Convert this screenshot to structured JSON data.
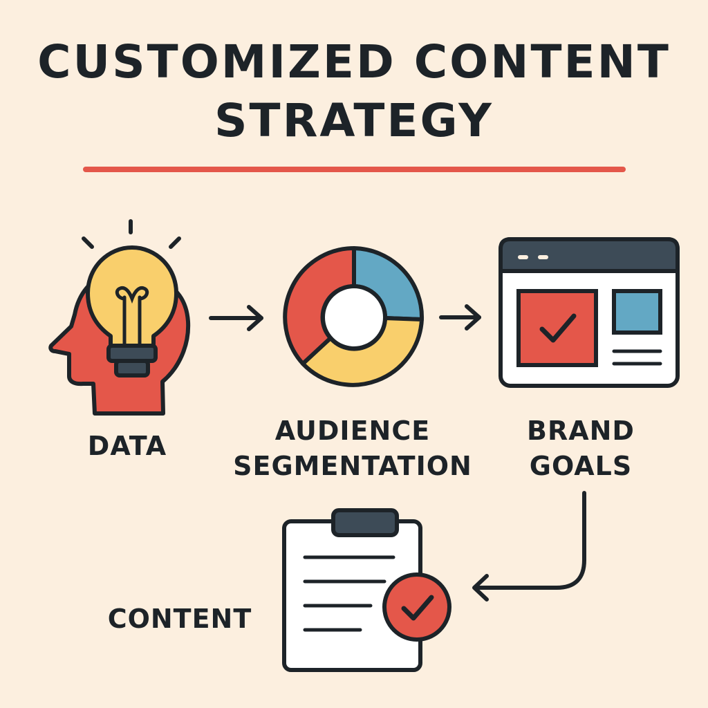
{
  "title": {
    "line1": "CUSTOMIZED CONTENT",
    "line2": "STRATEGY"
  },
  "steps": {
    "data": {
      "label": "DATA",
      "icon": "head-lightbulb-icon"
    },
    "audience": {
      "label_line1": "AUDIENCE",
      "label_line2": "SEGMENTATION",
      "icon": "donut-chart-icon"
    },
    "brand": {
      "label_line1": "BRAND",
      "label_line2": "GOALS",
      "icon": "browser-window-check-icon"
    },
    "content": {
      "label": "CONTENT",
      "icon": "clipboard-check-icon"
    }
  },
  "colors": {
    "background": "#fcefdf",
    "ink": "#1d2328",
    "red": "#e4574a",
    "yellow": "#f9cf6c",
    "blue": "#63a8c4",
    "slate": "#3d4b57"
  }
}
